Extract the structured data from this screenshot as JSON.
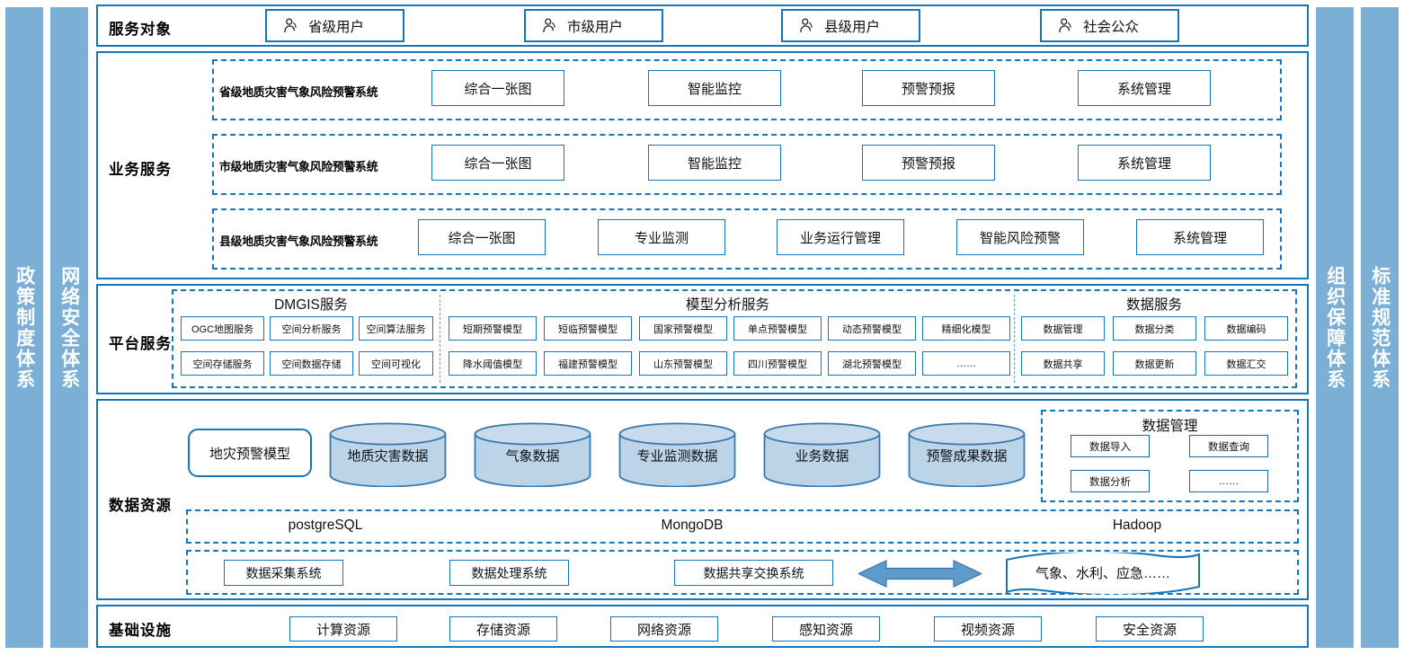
{
  "side_bars": {
    "left": [
      {
        "label": "政策制度体系"
      },
      {
        "label": "网络安全体系"
      }
    ],
    "right": [
      {
        "label": "组织保障体系"
      },
      {
        "label": "标准规范体系"
      }
    ]
  },
  "service_objects": {
    "label": "服务对象",
    "users": [
      {
        "icon": "user-icon",
        "label": "省级用户"
      },
      {
        "icon": "user-icon",
        "label": "市级用户"
      },
      {
        "icon": "user-icon",
        "label": "县级用户"
      },
      {
        "icon": "user-icon",
        "label": "社会公众"
      }
    ]
  },
  "business_services": {
    "label": "业务服务",
    "rows": [
      {
        "system": "省级地质灾害气象风险预警系统",
        "modules": [
          "综合一张图",
          "智能监控",
          "预警预报",
          "系统管理"
        ]
      },
      {
        "system": "市级地质灾害气象风险预警系统",
        "modules": [
          "综合一张图",
          "智能监控",
          "预警预报",
          "系统管理"
        ]
      },
      {
        "system": "县级地质灾害气象风险预警系统",
        "modules": [
          "综合一张图",
          "专业监测",
          "业务运行管理",
          "智能风险预警",
          "系统管理"
        ]
      }
    ]
  },
  "platform_services": {
    "label": "平台服务",
    "groups": [
      {
        "title": "DMGIS服务",
        "items_row1": [
          "OGC地图服务",
          "空间分析服务",
          "空间算法服务"
        ],
        "items_row2": [
          "空间存储服务",
          "空间数据存储",
          "空间可视化"
        ]
      },
      {
        "title": "模型分析服务",
        "items_row1": [
          "短期预警模型",
          "短临预警模型",
          "国家预警模型",
          "单点预警模型",
          "动态预警模型",
          "精细化模型"
        ],
        "items_row2": [
          "降水阈值模型",
          "福建预警模型",
          "山东预警模型",
          "四川预警模型",
          "湖北预警模型",
          "……"
        ]
      },
      {
        "title": "数据服务",
        "items_row1": [
          "数据管理",
          "数据分类",
          "数据编码"
        ],
        "items_row2": [
          "数据共享",
          "数据更新",
          "数据汇交"
        ]
      }
    ]
  },
  "data_resources": {
    "label": "数据资源",
    "model_box": "地灾预警模型",
    "cylinders": [
      "地质灾害数据",
      "气象数据",
      "专业监测数据",
      "业务数据",
      "预警成果数据"
    ],
    "data_management": {
      "title": "数据管理",
      "items": [
        "数据导入",
        "数据查询",
        "数据分析",
        "……"
      ]
    },
    "databases": [
      "postgreSQL",
      "MongoDB",
      "Hadoop"
    ],
    "pipeline": {
      "systems": [
        "数据采集系统",
        "数据处理系统",
        "数据共享交换系统"
      ],
      "arrow": "double-arrow-icon",
      "external": "气象、水利、应急……"
    }
  },
  "infrastructure": {
    "label": "基础设施",
    "items": [
      "计算资源",
      "存储资源",
      "网络资源",
      "感知资源",
      "视频资源",
      "安全资源"
    ]
  },
  "colors": {
    "bar_blue": "#7CAFD6",
    "line_blue": "#1576BC",
    "cylinder_fill": "#BBD4E8",
    "arrow_fill": "#5E9BCB"
  }
}
